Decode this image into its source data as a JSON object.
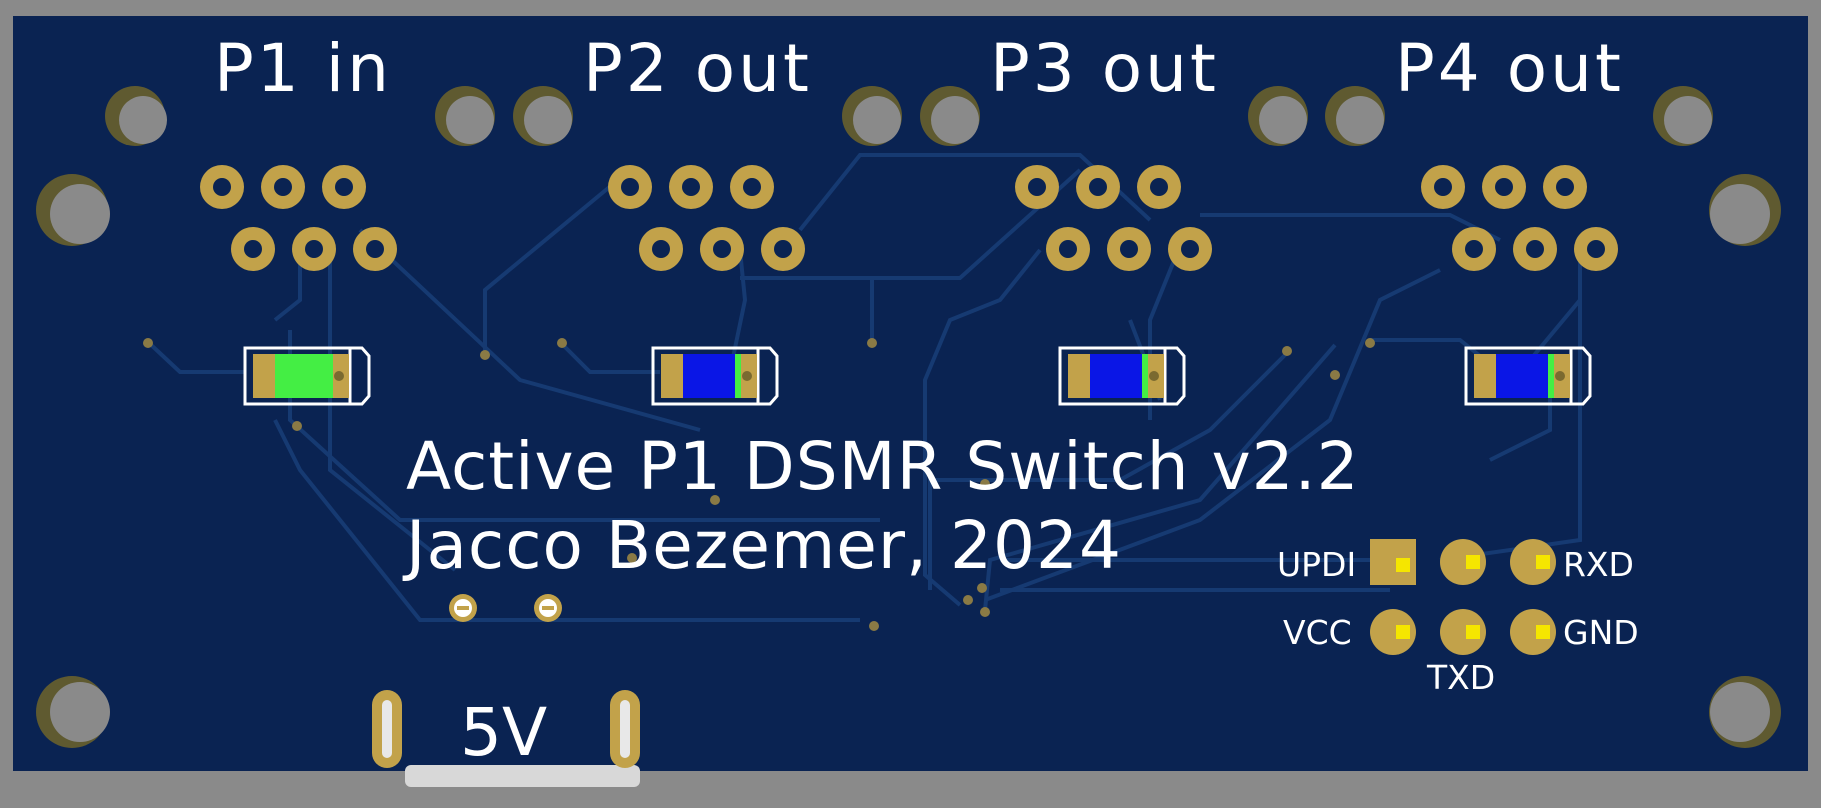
{
  "board": {
    "ports": [
      {
        "label": "P1 in",
        "led": "green"
      },
      {
        "label": "P2 out",
        "led": "blue"
      },
      {
        "label": "P3 out",
        "led": "blue"
      },
      {
        "label": "P4 out",
        "led": "blue"
      }
    ],
    "title": "Active P1 DSMR Switch v2.2",
    "author": "Jacco Bezemer, 2024",
    "power_label": "5V",
    "header_pins": {
      "updi": "UPDI",
      "rxd": "RXD",
      "vcc": "VCC",
      "gnd": "GND",
      "txd": "TXD"
    }
  },
  "colors": {
    "background": "#8a8a8a",
    "pcb": "#0a2352",
    "trace": "#163a72",
    "pad_gold": "#c2a24a",
    "silkscreen": "#ffffff",
    "led_green": "#44ee44",
    "led_blue": "#0a16e6"
  }
}
